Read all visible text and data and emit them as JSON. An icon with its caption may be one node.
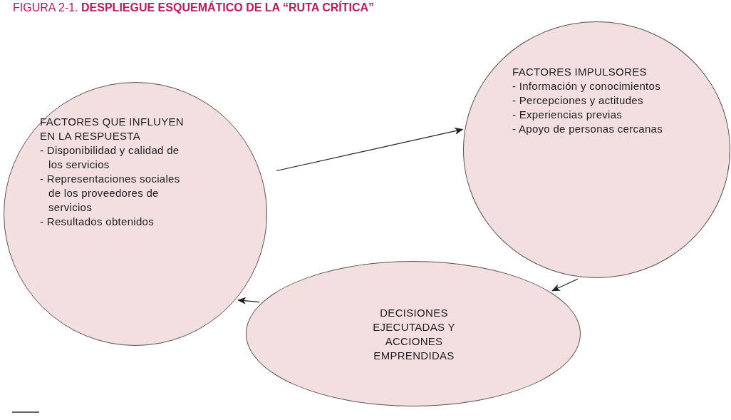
{
  "diagram": {
    "title": "FIGURA 2-1. **DESPLIEGUE ESQUEMÁTICO DE LA “RUTA CRÍTICA”**",
    "nodes": [
      {
        "text": [
          "FACTORES QUE INFLUYEN EN LA RESPUESTA",
          "- Disponibilidad y calidad de los servicios",
          "- Representaciones sociales de los proveedores de servicios",
          "- Resultados obtenidos"
        ]
      },
      {
        "text": [
          "FACTORES IMPULSORES",
          "- Información y conocimientos",
          "- Percepciones y actitudes",
          "- Experiencias previas",
          "- Apoyo de personas cercanas"
        ]
      },
      {
        "text": [
          "DECISIONES EJECUTADAS Y ACCIONES EMPRENDIDAS"
        ]
      }
    ],
    "edges": [
      {
        "from": 0,
        "to": 1,
        "arrow": "to"
      },
      {
        "from": 1,
        "to": 2,
        "arrow": "to"
      },
      {
        "from": 2,
        "to": 0,
        "arrow": "to"
      }
    ]
  }
}
